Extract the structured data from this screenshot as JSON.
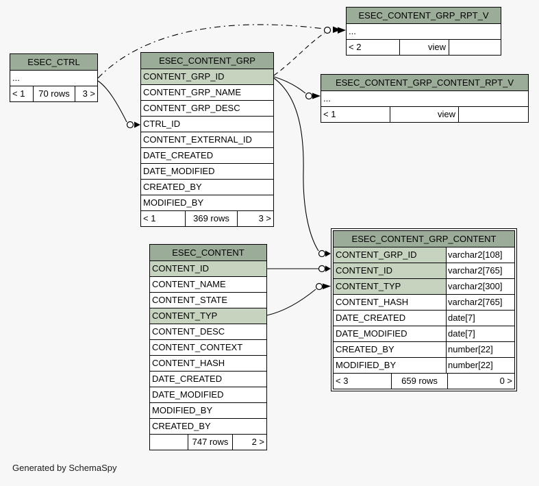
{
  "note": "Generated by SchemaSpy",
  "colors": {
    "canvas_bg": "#f7f7f7",
    "header_bg": "#9bac98",
    "key_bg": "#c6d3be",
    "table_bg": "#ffffff",
    "border": "#000000"
  },
  "tables": {
    "esec_ctrl": {
      "title": "ESEC_CTRL",
      "columns": [
        {
          "name": "...",
          "key": false
        }
      ],
      "footer": {
        "left": "< 1",
        "center": "70 rows",
        "right": "3 >"
      }
    },
    "esec_content_grp": {
      "title": "ESEC_CONTENT_GRP",
      "columns": [
        {
          "name": "CONTENT_GRP_ID",
          "key": true
        },
        {
          "name": "CONTENT_GRP_NAME",
          "key": false
        },
        {
          "name": "CONTENT_GRP_DESC",
          "key": false
        },
        {
          "name": "CTRL_ID",
          "key": false
        },
        {
          "name": "CONTENT_EXTERNAL_ID",
          "key": false
        },
        {
          "name": "DATE_CREATED",
          "key": false
        },
        {
          "name": "DATE_MODIFIED",
          "key": false
        },
        {
          "name": "CREATED_BY",
          "key": false
        },
        {
          "name": "MODIFIED_BY",
          "key": false
        }
      ],
      "footer": {
        "left": "< 1",
        "center": "369 rows",
        "right": "3 >"
      }
    },
    "esec_content_grp_rpt_v": {
      "title": "ESEC_CONTENT_GRP_RPT_V",
      "columns": [
        {
          "name": "...",
          "key": false
        }
      ],
      "footer": {
        "left": "< 2",
        "center": "view",
        "right": ""
      }
    },
    "esec_content_grp_content_rpt_v": {
      "title": "ESEC_CONTENT_GRP_CONTENT_RPT_V",
      "columns": [
        {
          "name": "...",
          "key": false
        }
      ],
      "footer": {
        "left": "< 1",
        "center": "view",
        "right": ""
      }
    },
    "esec_content": {
      "title": "ESEC_CONTENT",
      "columns": [
        {
          "name": "CONTENT_ID",
          "key": true
        },
        {
          "name": "CONTENT_NAME",
          "key": false
        },
        {
          "name": "CONTENT_STATE",
          "key": false
        },
        {
          "name": "CONTENT_TYP",
          "key": true
        },
        {
          "name": "CONTENT_DESC",
          "key": false
        },
        {
          "name": "CONTENT_CONTEXT",
          "key": false
        },
        {
          "name": "CONTENT_HASH",
          "key": false
        },
        {
          "name": "DATE_CREATED",
          "key": false
        },
        {
          "name": "DATE_MODIFIED",
          "key": false
        },
        {
          "name": "MODIFIED_BY",
          "key": false
        },
        {
          "name": "CREATED_BY",
          "key": false
        }
      ],
      "footer": {
        "left": "",
        "center": "747 rows",
        "right": "2 >"
      }
    },
    "esec_content_grp_content": {
      "title": "ESEC_CONTENT_GRP_CONTENT",
      "columns": [
        {
          "name": "CONTENT_GRP_ID",
          "type": "varchar2[108]",
          "key": true
        },
        {
          "name": "CONTENT_ID",
          "type": "varchar2[765]",
          "key": true
        },
        {
          "name": "CONTENT_TYP",
          "type": "varchar2[300]",
          "key": true
        },
        {
          "name": "CONTENT_HASH",
          "type": "varchar2[765]",
          "key": false
        },
        {
          "name": "DATE_CREATED",
          "type": "date[7]",
          "key": false
        },
        {
          "name": "DATE_MODIFIED",
          "type": "date[7]",
          "key": false
        },
        {
          "name": "CREATED_BY",
          "type": "number[22]",
          "key": false
        },
        {
          "name": "MODIFIED_BY",
          "type": "number[22]",
          "key": false
        }
      ],
      "footer": {
        "left": "< 3",
        "center": "659 rows",
        "right": "0 >"
      }
    }
  }
}
